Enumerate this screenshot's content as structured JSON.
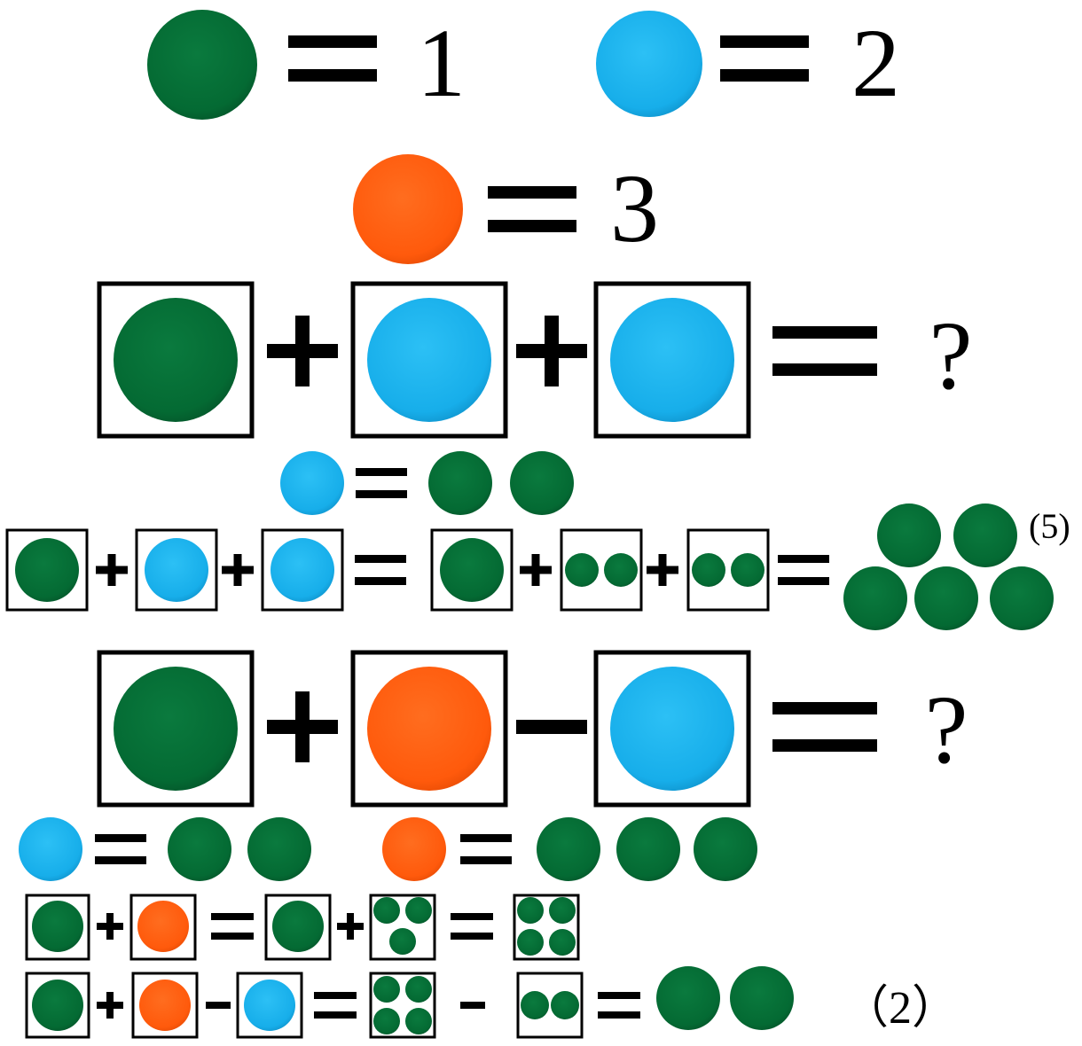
{
  "colors": {
    "green": "#046a33",
    "blue": "#17aeea",
    "orange": "#ff5a0c",
    "ink": "#000000",
    "background": "#ffffff"
  },
  "legend": [
    {
      "color": "green",
      "value": "1"
    },
    {
      "color": "blue",
      "value": "2"
    },
    {
      "color": "orange",
      "value": "3"
    }
  ],
  "symbols": {
    "plus": "+",
    "minus": "−",
    "equals": "=",
    "question": "?"
  },
  "problems": [
    {
      "id": "problem-1",
      "question": {
        "terms": [
          "green",
          "blue",
          "blue"
        ],
        "operators": [
          "+",
          "+"
        ],
        "result": "?"
      },
      "conversions": [
        {
          "from": "blue",
          "to": [
            "green",
            "green"
          ]
        }
      ],
      "solution_steps": [
        {
          "terms": [
            [
              "green"
            ],
            [
              "blue"
            ],
            [
              "blue"
            ]
          ],
          "operators": [
            "+",
            "+"
          ]
        },
        {
          "terms": [
            [
              "green"
            ],
            [
              "green",
              "green"
            ],
            [
              "green",
              "green"
            ]
          ],
          "operators": [
            "+",
            "+"
          ]
        },
        {
          "terms": [
            [
              "green",
              "green",
              "green",
              "green",
              "green"
            ]
          ],
          "operators": []
        }
      ],
      "answer_label": "(5)"
    },
    {
      "id": "problem-2",
      "question": {
        "terms": [
          "green",
          "orange",
          "blue"
        ],
        "operators": [
          "+",
          "−"
        ],
        "result": "?"
      },
      "conversions": [
        {
          "from": "blue",
          "to": [
            "green",
            "green"
          ]
        },
        {
          "from": "orange",
          "to": [
            "green",
            "green",
            "green"
          ]
        }
      ],
      "solution_steps": [
        {
          "terms": [
            [
              "green"
            ],
            [
              "orange"
            ]
          ],
          "operators": [
            "+"
          ]
        },
        {
          "terms": [
            [
              "green"
            ],
            [
              "green",
              "green",
              "green"
            ]
          ],
          "operators": [
            "+"
          ]
        },
        {
          "terms": [
            [
              "green",
              "green",
              "green",
              "green"
            ]
          ],
          "operators": []
        },
        {
          "terms": [
            [
              "green"
            ],
            [
              "orange"
            ],
            [
              "blue"
            ]
          ],
          "operators": [
            "+",
            "−"
          ]
        },
        {
          "terms": [
            [
              "green",
              "green",
              "green",
              "green"
            ],
            [
              "green",
              "green"
            ]
          ],
          "operators": [
            "−"
          ]
        },
        {
          "terms": [
            [
              "green",
              "green"
            ]
          ],
          "operators": []
        }
      ],
      "answer_label": "（2）"
    }
  ]
}
